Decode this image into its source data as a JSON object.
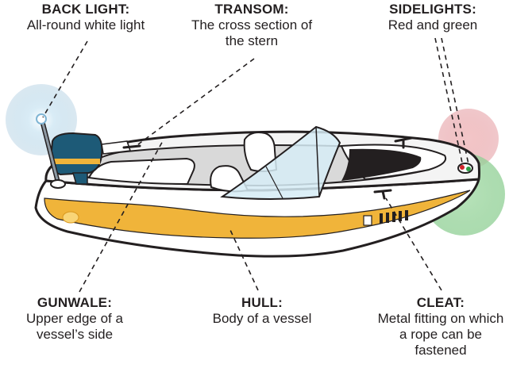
{
  "labels": {
    "back_light": {
      "term": "BACK LIGHT:",
      "definition": "All-round white light"
    },
    "transom": {
      "term": "TRANSOM:",
      "definition": "The cross section of the stern"
    },
    "sidelights": {
      "term": "SIDELIGHTS:",
      "definition": "Red and green"
    },
    "gunwale": {
      "term": "GUNWALE:",
      "definition": "Upper edge of a vessel’s side"
    },
    "hull": {
      "term": "HULL:",
      "definition": "Body of a vessel"
    },
    "cleat": {
      "term": "CLEAT:",
      "definition": "Metal fitting on which a rope can be fastened"
    }
  },
  "colors": {
    "hull_stripe": "#f0b43a",
    "outline": "#231f20",
    "motor": "#1d5a77",
    "white_glow": "#cfe3ef",
    "red_glow": "#e9a9ad",
    "green_glow": "#9ad39f"
  }
}
